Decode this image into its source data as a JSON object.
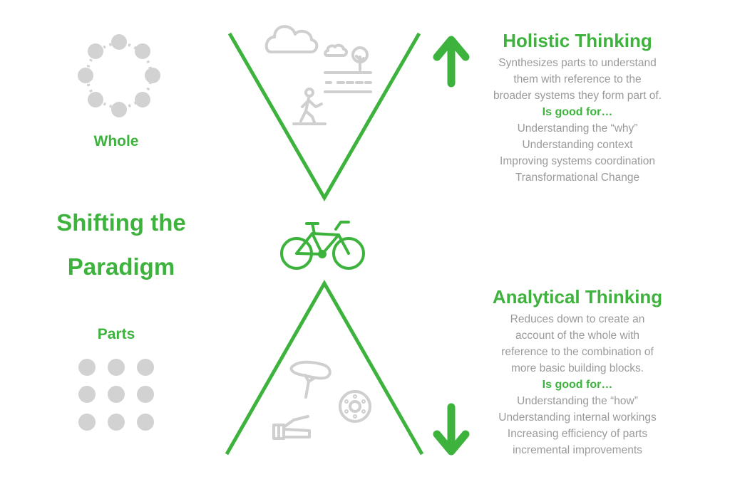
{
  "title": {
    "line1": "Shifting the",
    "line2": "Paradigm"
  },
  "left": {
    "whole_label": "Whole",
    "parts_label": "Parts"
  },
  "holistic": {
    "heading": "Holistic Thinking",
    "description": [
      "Synthesizes parts to understand",
      "them with reference to the",
      "broader systems they form part of."
    ],
    "good_for_label": "Is good for…",
    "uses": [
      "Understanding the “why”",
      "Understanding context",
      "Improving systems coordination",
      "Transformational Change"
    ]
  },
  "analytical": {
    "heading": "Analytical Thinking",
    "description": [
      "Reduces down to create an",
      "account of the whole with",
      "reference to the combination of",
      "more basic building blocks."
    ],
    "good_for_label": "Is good for…",
    "uses": [
      "Understanding the “how”",
      "Understanding internal workings",
      "Increasing efficiency of parts",
      "incremental improvements"
    ]
  },
  "icons": {
    "top": [
      "cloud-icon",
      "small-cloud-icon",
      "tree-icon",
      "road-icon",
      "pedestrian-icon"
    ],
    "middle": [
      "bicycle-icon"
    ],
    "bottom": [
      "bike-seat-icon",
      "brake-disc-icon",
      "handlebar-grip-icon"
    ],
    "arrows": [
      "arrow-up-icon",
      "arrow-down-icon"
    ]
  },
  "colors": {
    "accent": "#3db33d",
    "text": "#9a9a9a",
    "icon_gray": "#cfcfcf",
    "dot_gray": "#d2d2d2"
  }
}
